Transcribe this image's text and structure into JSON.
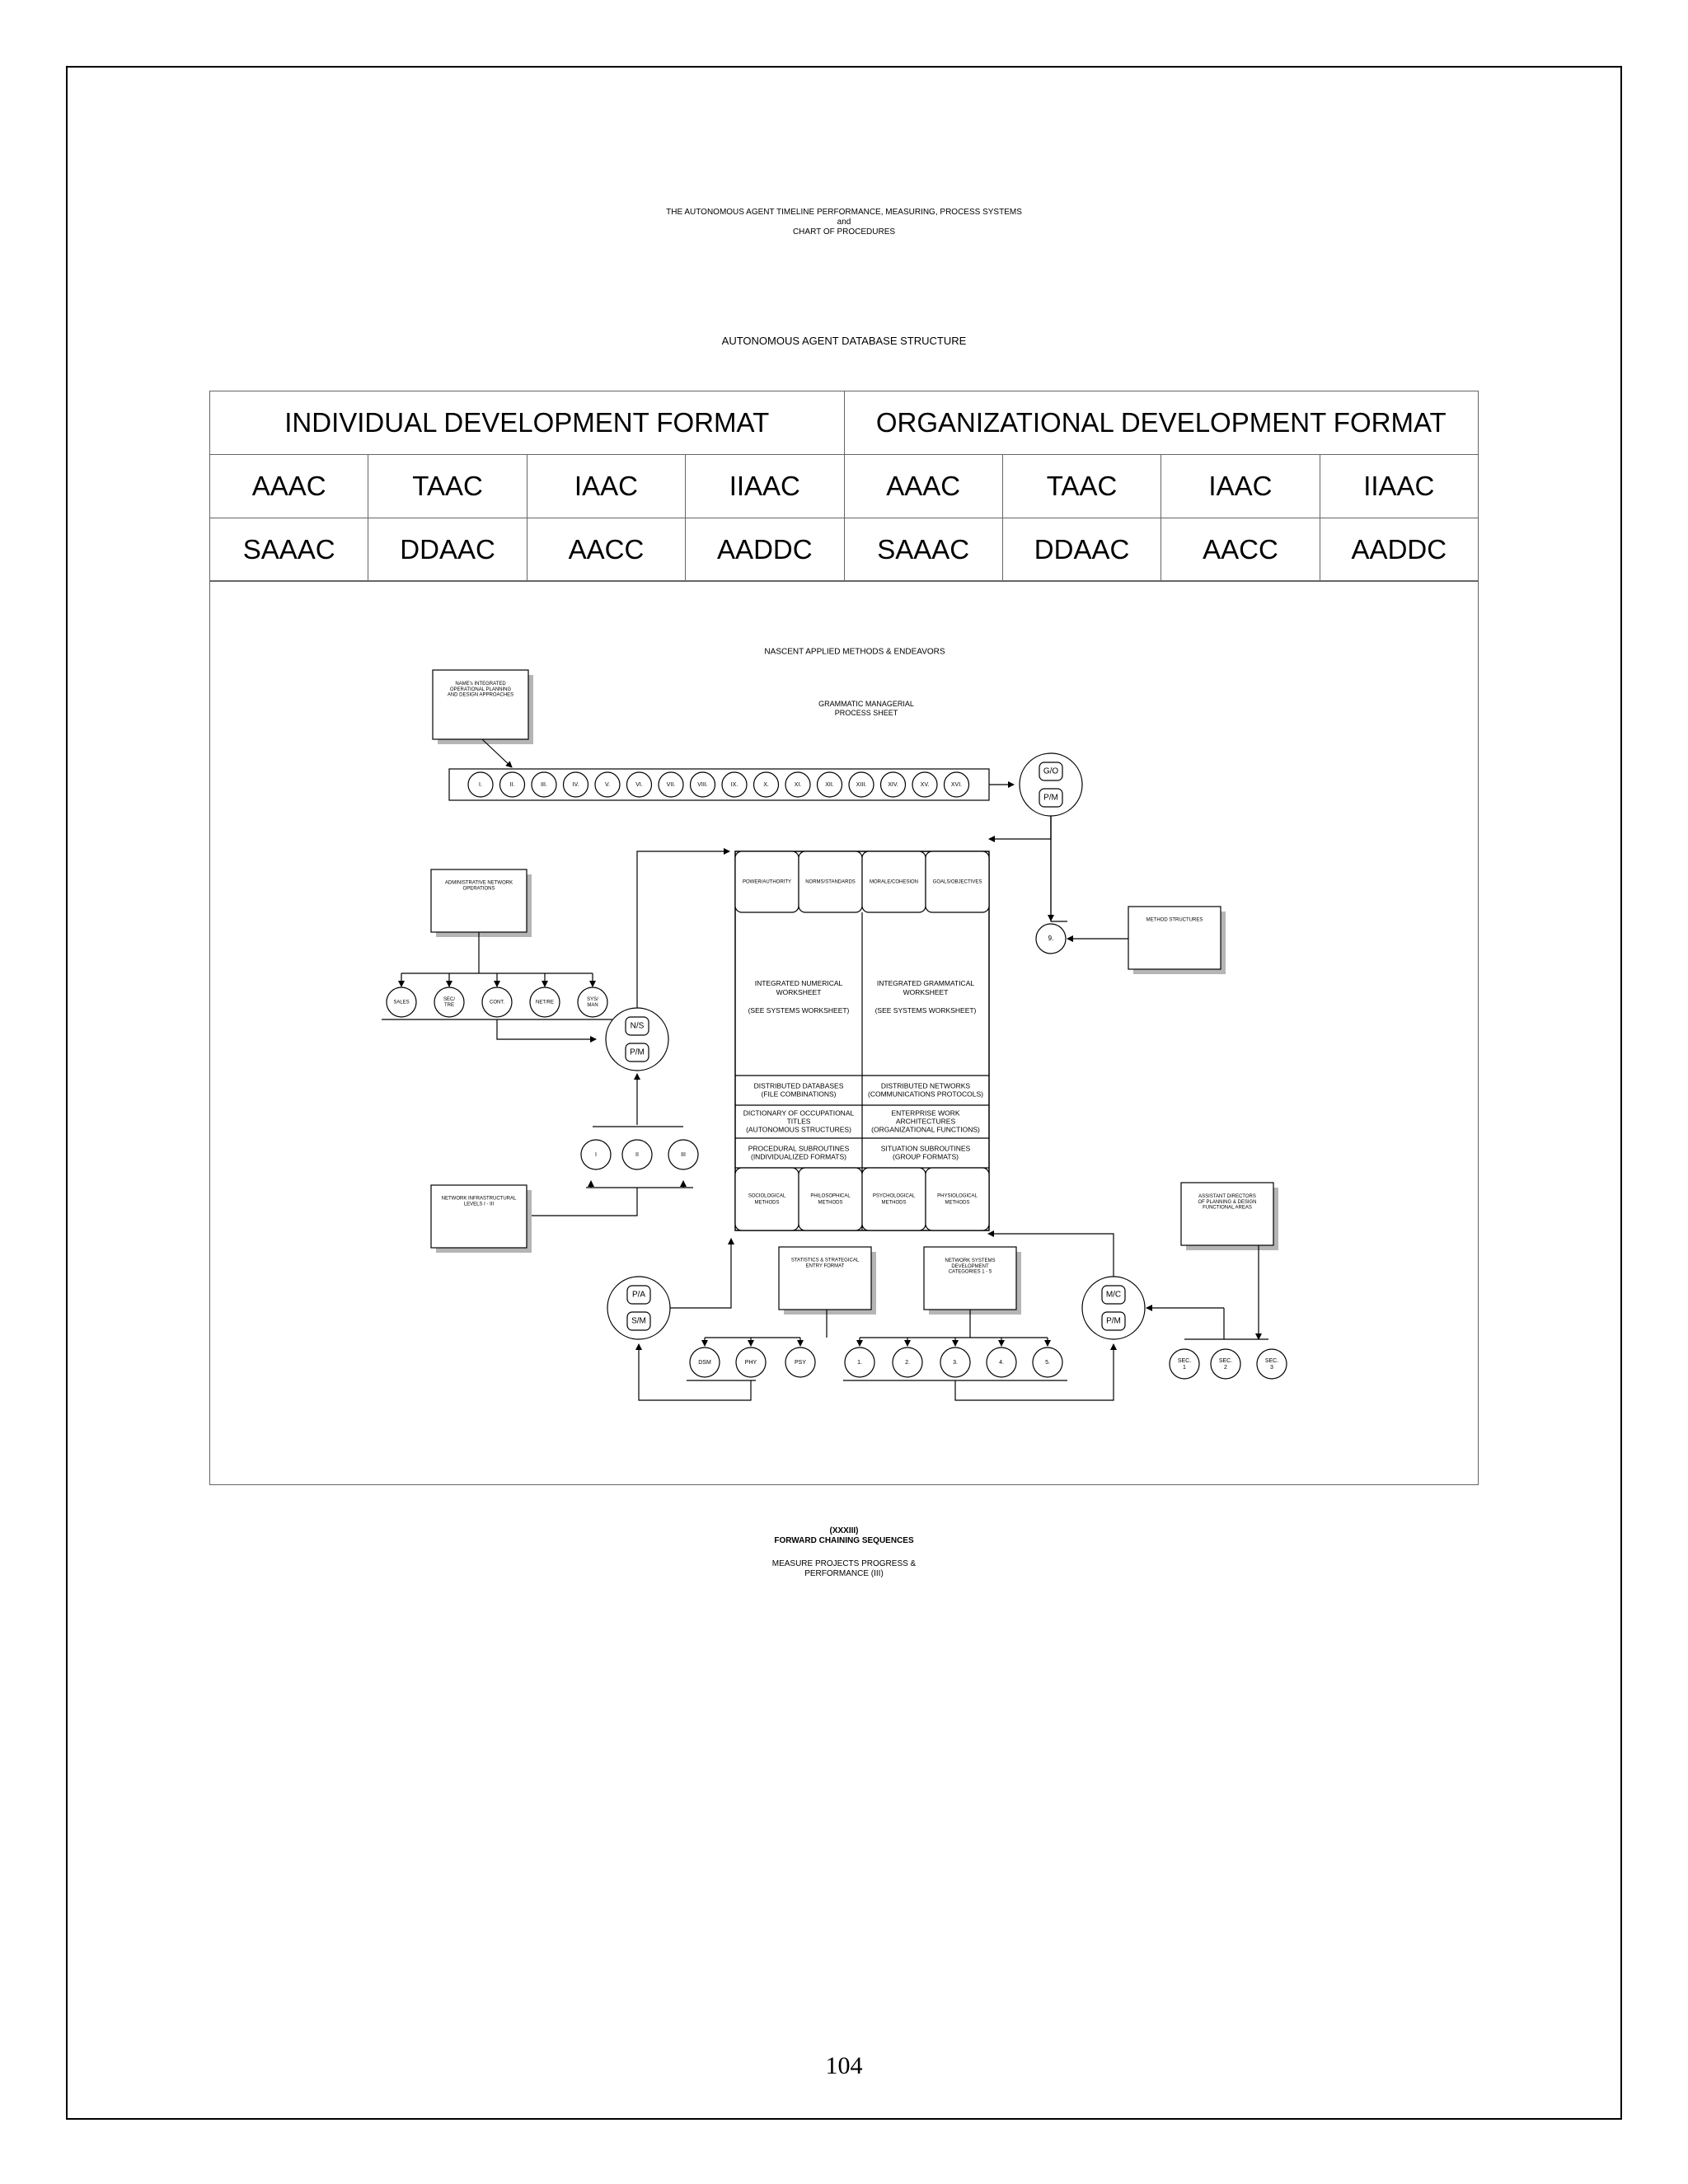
{
  "header": {
    "line1": "THE AUTONOMOUS AGENT TIMELINE PERFORMANCE, MEASURING, PROCESS SYSTEMS",
    "line2": "and",
    "line3": "CHART OF PROCEDURES",
    "db_title": "AUTONOMOUS AGENT DATABASE STRUCTURE"
  },
  "table": {
    "headers": [
      "INDIVIDUAL DEVELOPMENT FORMAT",
      "ORGANIZATIONAL DEVELOPMENT FORMAT"
    ],
    "row1": [
      "AAAC",
      "TAAC",
      "IAAC",
      "IIAAC",
      "AAAC",
      "TAAC",
      "IAAC",
      "IIAAC"
    ],
    "row2": [
      "SAAAC",
      "DDAAC",
      "AACC",
      "AADDC",
      "SAAAC",
      "DDAAC",
      "AACC",
      "AADDC"
    ]
  },
  "diagram": {
    "title": "NASCENT APPLIED METHODS & ENDEAVORS",
    "subtitle_lines": [
      "GRAMMATIC MANAGERIAL",
      "PROCESS SHEET"
    ],
    "name_box_lines": [
      "NAME's INTEGRATED",
      "OPERATIONAL PLANNING",
      "AND DESIGN APPROACHES"
    ],
    "roman_items": [
      "I.",
      "II.",
      "III.",
      "IV.",
      "V.",
      "VI.",
      "VII.",
      "VIII.",
      "IX.",
      "X.",
      "XI.",
      "XII.",
      "XIII.",
      "XIV.",
      "XV.",
      "XVI."
    ],
    "go_node": {
      "top": "G/O",
      "bottom": "P/M"
    },
    "nine_node": "9.",
    "method_structures": "METHOD STRUCTURES",
    "admin_box_lines": [
      "ADMINISTRATIVE NETWORK",
      "OPERATIONS"
    ],
    "admin_nodes": [
      [
        "SALES"
      ],
      [
        "SEC/",
        "TRE"
      ],
      [
        "CONT."
      ],
      [
        "NET/RE"
      ],
      [
        "SYS/",
        "MAN"
      ]
    ],
    "ns_node": {
      "top": "N/S",
      "bottom": "P/M"
    },
    "ns_nodes": [
      "I",
      "II",
      "III"
    ],
    "infra_box_lines": [
      "NETWORK INFRASTRUCTURAL",
      "LEVELS I - III"
    ],
    "grid_top_labels": [
      "POWER/AUTHORITY",
      "NORMS/STANDARDS",
      "MORALE/COHESION",
      "GOALS/OBJECTIVES"
    ],
    "worksheet_left": [
      "INTEGRATED NUMERICAL",
      "WORKSHEET",
      "",
      "(SEE SYSTEMS WORKSHEET)"
    ],
    "worksheet_right": [
      "INTEGRATED GRAMMATICAL",
      "WORKSHEET",
      "",
      "(SEE SYSTEMS WORKSHEET)"
    ],
    "grid_rows": [
      {
        "left": [
          "DISTRIBUTED DATABASES",
          "(FILE COMBINATIONS)"
        ],
        "right": [
          "DISTRIBUTED NETWORKS",
          "(COMMUNICATIONS PROTOCOLS)"
        ]
      },
      {
        "left": [
          "DICTIONARY OF OCCUPATIONAL",
          "TITLES",
          "(AUTONOMOUS STRUCTURES)"
        ],
        "right": [
          "ENTERPRISE WORK",
          "ARCHITECTURES",
          "(ORGANIZATIONAL FUNCTIONS)"
        ]
      },
      {
        "left": [
          "PROCEDURAL SUBROUTINES",
          "(INDIVIDUALIZED FORMATS)"
        ],
        "right": [
          "SITUATION SUBROUTINES",
          "(GROUP FORMATS)"
        ]
      }
    ],
    "grid_bottom_labels": [
      [
        "SOCIOLOGICAL",
        "METHODS"
      ],
      [
        "PHILOSOPHICAL",
        "METHODS"
      ],
      [
        "PSYCHOLOGICAL",
        "METHODS"
      ],
      [
        "PHYSIOLOGICAL",
        "METHODS"
      ]
    ],
    "assistant_box_lines": [
      "ASSISTANT DIRECTORS",
      "OF PLANNING & DESIGN",
      "FUNCTIONAL AREAS"
    ],
    "pa_node": {
      "top": "P/A",
      "bottom": "S/M"
    },
    "statistics_box_lines": [
      "STATISTICS & STRATEGICAL",
      "ENTRY FORMAT"
    ],
    "stats_nodes": [
      "DSM",
      "PHY",
      "PSY"
    ],
    "network_systems_box_lines": [
      "NETWORK SYSTEMS",
      "DEVELOPMENT",
      "CATEGORIES 1 - 5"
    ],
    "category_nodes": [
      "1.",
      "2.",
      "3.",
      "4.",
      "5."
    ],
    "mc_node": {
      "top": "M/C",
      "bottom": "P/M"
    },
    "sec_nodes": [
      [
        "SEC.",
        "1"
      ],
      [
        "SEC.",
        "2"
      ],
      [
        "SEC.",
        "3"
      ]
    ]
  },
  "caption": {
    "number": "(XXXIII)",
    "title": "FORWARD CHAINING SEQUENCES",
    "line1": "MEASURE PROJECTS PROGRESS &",
    "line2": "PERFORMANCE (III)"
  },
  "page_number": "104"
}
